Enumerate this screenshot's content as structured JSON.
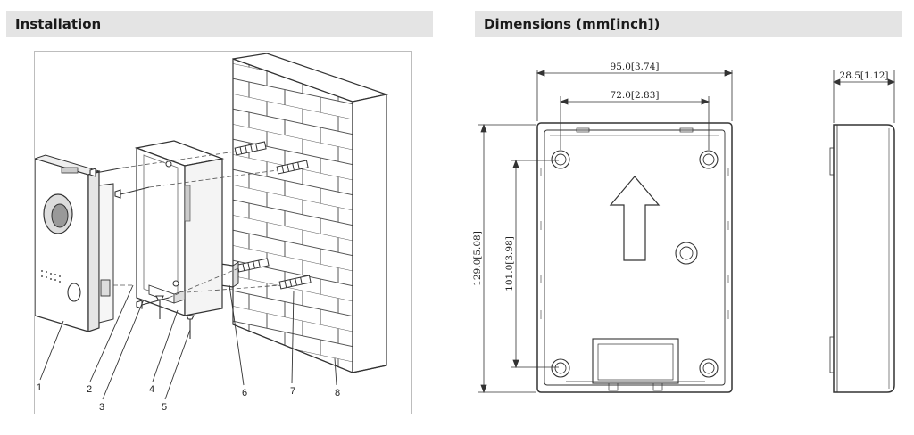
{
  "installation": {
    "title": "Installation",
    "callouts": [
      "1",
      "2",
      "3",
      "4",
      "5",
      "6",
      "7",
      "8"
    ]
  },
  "dimensions": {
    "title": "Dimensions (mm[inch])",
    "width_total": "95.0[3.74]",
    "hole_spacing_h": "72.0[2.83]",
    "height_total": "129.0[5.08]",
    "hole_spacing_v": "101.0[3.98]",
    "depth": "28.5[1.12]"
  }
}
